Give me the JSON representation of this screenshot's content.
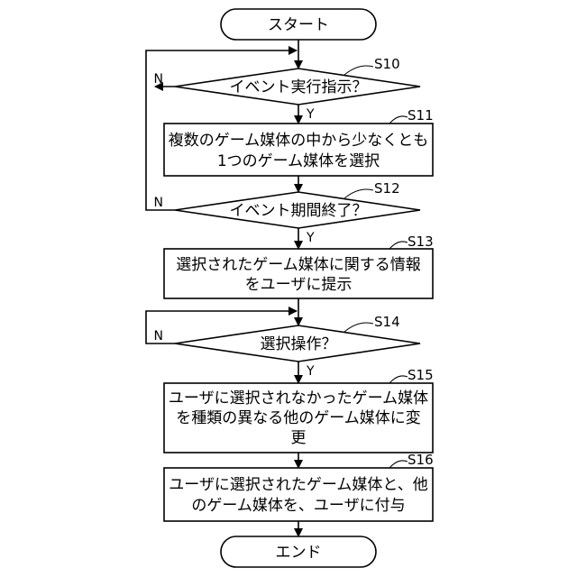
{
  "start": {
    "text": "スタート"
  },
  "end": {
    "text": "エンド"
  },
  "steps": [
    {
      "id": "S10",
      "kind": "decision",
      "lines": [
        "イベント実行指示？"
      ],
      "yes": "Y",
      "no": "N"
    },
    {
      "id": "S11",
      "kind": "process",
      "lines": [
        "複数のゲーム媒体の中から少なくとも",
        "1つのゲーム媒体を選択"
      ]
    },
    {
      "id": "S12",
      "kind": "decision",
      "lines": [
        "イベント期間終了？"
      ],
      "yes": "Y",
      "no": "N"
    },
    {
      "id": "S13",
      "kind": "process",
      "lines": [
        "選択されたゲーム媒体に関する情報",
        "をユーザに提示"
      ]
    },
    {
      "id": "S14",
      "kind": "decision",
      "lines": [
        "選択操作？"
      ],
      "yes": "Y",
      "no": "N"
    },
    {
      "id": "S15",
      "kind": "process",
      "lines": [
        "ユーザに選択されなかったゲーム媒体",
        "を種類の異なる他のゲーム媒体に変",
        "更"
      ]
    },
    {
      "id": "S16",
      "kind": "process",
      "lines": [
        "ユーザに選択されたゲーム媒体と、他",
        "のゲーム媒体を、ユーザに付与"
      ]
    }
  ]
}
